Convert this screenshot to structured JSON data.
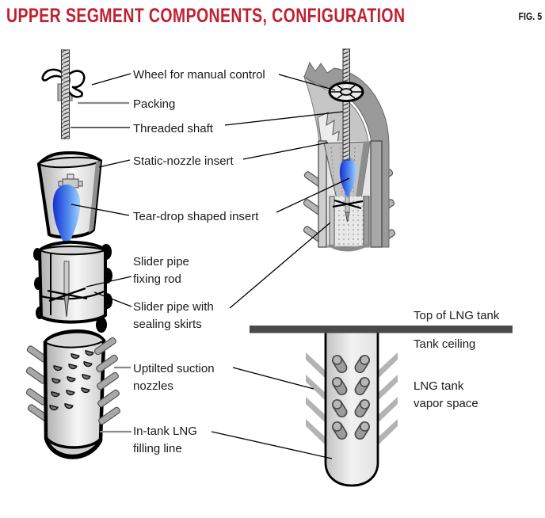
{
  "title": "UPPER SEGMENT COMPONENTS, CONFIGURATION",
  "figure_label": "FIG. 5",
  "colors": {
    "title_red": "#c1202f",
    "label_text": "#1a1a1a",
    "leader_gray": "#8a8a8a",
    "outline_black": "#000000",
    "ceiling_bar": "#4a4a4a",
    "metal_light": "#f2f2f2",
    "metal_mid": "#c6c6c6",
    "metal_dark": "#8f8f8f",
    "teardrop_blue_dark": "#1530d0",
    "teardrop_blue_light": "#a6d2fa"
  },
  "labels": {
    "wheel": "Wheel for manual control",
    "packing": "Packing",
    "threaded_shaft": "Threaded shaft",
    "static_nozzle_insert": "Static-nozzle insert",
    "teardrop_insert": "Tear-drop shaped insert",
    "slider_pipe_fixing_rod": "Slider pipe\nfixing rod",
    "slider_pipe_sealing_skirts": "Slider pipe with\nsealing skirts",
    "uptilted_suction_nozzles": "Uptilted suction\nnozzles",
    "in_tank_filling_line": "In-tank LNG\nfilling line",
    "top_of_lng_tank": "Top of LNG tank",
    "tank_ceiling": "Tank ceiling",
    "lng_tank_vapor_space": "LNG tank\nvapor space"
  }
}
